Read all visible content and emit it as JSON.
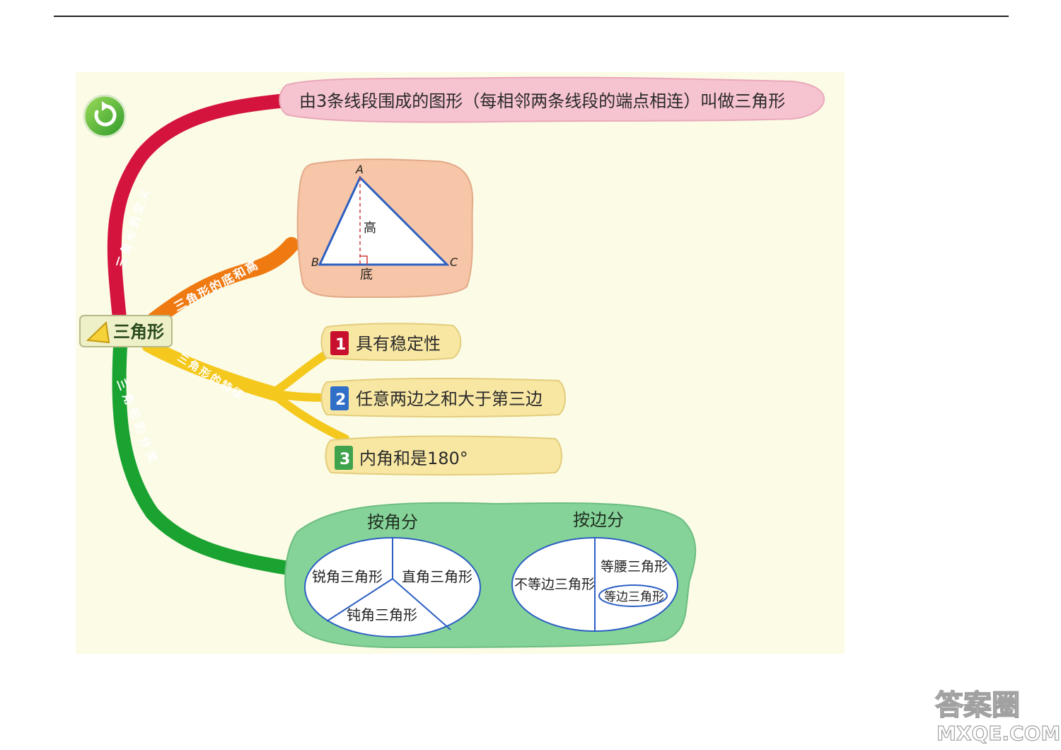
{
  "root": {
    "label": "三角形"
  },
  "branches": {
    "definition": {
      "label": "三角形的定义",
      "text": "由3条线段围成的图形（每相邻两条线段的端点相连）叫做三角形"
    },
    "base_height": {
      "label": "三角形的底和高",
      "figure": {
        "vertex_a": "A",
        "vertex_b": "B",
        "vertex_c": "C",
        "height_label": "高",
        "base_label": "底"
      }
    },
    "features": {
      "label": "三角形的特征",
      "items": [
        {
          "num": "1",
          "text": "具有稳定性",
          "color": "#c8102e"
        },
        {
          "num": "2",
          "text": "任意两边之和大于第三边",
          "color": "#2f6fc7"
        },
        {
          "num": "3",
          "text": "内角和是180°",
          "color": "#3fa34d"
        }
      ]
    },
    "classification": {
      "label": "三角形的分类",
      "by_angle": {
        "title": "按角分",
        "acute": "锐角三角形",
        "right": "直角三角形",
        "obtuse": "钝角三角形"
      },
      "by_side": {
        "title": "按边分",
        "scalene": "不等边三角形",
        "isosceles": "等腰三角形",
        "equilateral": "等边三角形"
      }
    }
  },
  "watermark": {
    "line1": "答案圈",
    "line2": "MXQE.COM"
  },
  "colors": {
    "definition_branch": "#d4143c",
    "base_height_branch": "#f07a12",
    "features_branch": "#f4c81c",
    "classification_branch": "#1aa330",
    "definition_box": "#f6c3d0",
    "figure_box": "#f7c5a7",
    "feature_box": "#f8e7a3",
    "classification_box": "#86d39a"
  }
}
